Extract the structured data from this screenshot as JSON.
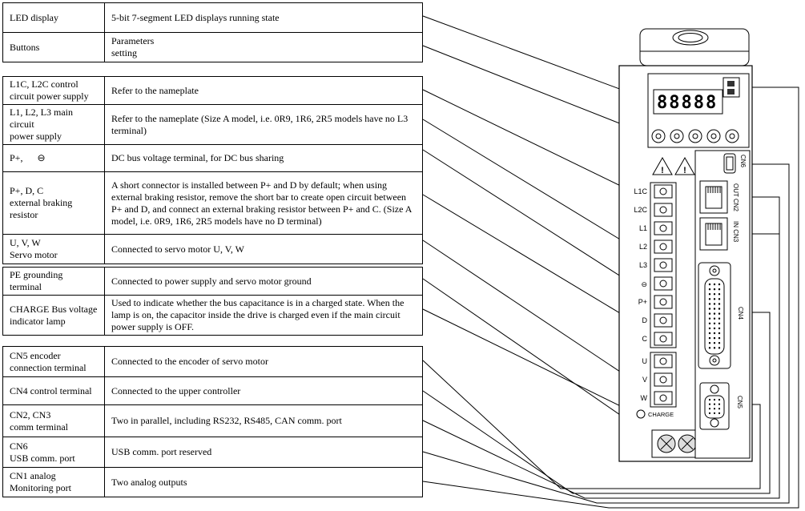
{
  "tables": {
    "display": {
      "rows": [
        {
          "label": "LED display",
          "desc": "5-bit 7-segment LED displays running state"
        },
        {
          "label": "Buttons",
          "desc": "Parameters\nsetting"
        }
      ]
    },
    "power": {
      "rows": [
        {
          "label": "L1C, L2C control\ncircuit power supply",
          "desc": "Refer to the nameplate"
        },
        {
          "label": "L1, L2, L3 main circuit\npower supply",
          "desc": "Refer to the nameplate (Size A model, i.e. 0R9, 1R6, 2R5 models have no L3 terminal)"
        },
        {
          "label": "P+,      ⊖",
          "desc": "DC bus voltage terminal, for DC bus sharing"
        },
        {
          "label": "P+, D, C\nexternal braking resistor",
          "desc": "A short connector is installed between P+ and D by default; when using external braking resistor, remove the short bar to create open circuit between P+ and D, and connect an external braking resistor between P+ and C. (Size A model, i.e. 0R9, 1R6, 2R5 models have no D terminal)"
        },
        {
          "label": "U, V, W\nServo motor",
          "desc": "Connected to servo motor U, V, W"
        }
      ]
    },
    "grounding": {
      "rows": [
        {
          "label": "PE grounding\nterminal",
          "desc": "Connected to power supply and servo motor ground"
        },
        {
          "label": "CHARGE Bus voltage\nindicator lamp",
          "desc": "Used to indicate whether the bus capacitance is in a charged state. When the lamp is on, the capacitor inside the drive is charged even if the main circuit power supply is OFF."
        }
      ]
    },
    "connectors": {
      "rows": [
        {
          "label": "CN5 encoder\nconnection terminal",
          "desc": "Connected to the encoder of servo motor"
        },
        {
          "label": "CN4 control terminal",
          "desc": "Connected to the upper controller"
        },
        {
          "label": "CN2, CN3\ncomm terminal",
          "desc": "Two in parallel, including RS232, RS485, CAN comm. port"
        },
        {
          "label": "CN6\nUSB comm. port",
          "desc": "USB comm. port reserved"
        },
        {
          "label": "CN1 analog\nMonitoring port",
          "desc": "Two analog outputs"
        }
      ]
    }
  },
  "device": {
    "led_display": "88888",
    "warning_mark": "!",
    "charge_label": "CHARGE",
    "terminals": [
      "L1C",
      "L2C",
      "L1",
      "L2",
      "L3",
      "⊖",
      "P+",
      "D",
      "C"
    ],
    "motor_terminals": [
      "U",
      "V",
      "W"
    ],
    "connector_labels": {
      "cn6": "CN6",
      "cn2": "OUT CN2",
      "cn3": "IN CN3",
      "cn4": "CN4",
      "cn5": "CN5"
    }
  },
  "colors": {
    "motor_terminal_text": "#cc1111",
    "line": "#000000"
  }
}
